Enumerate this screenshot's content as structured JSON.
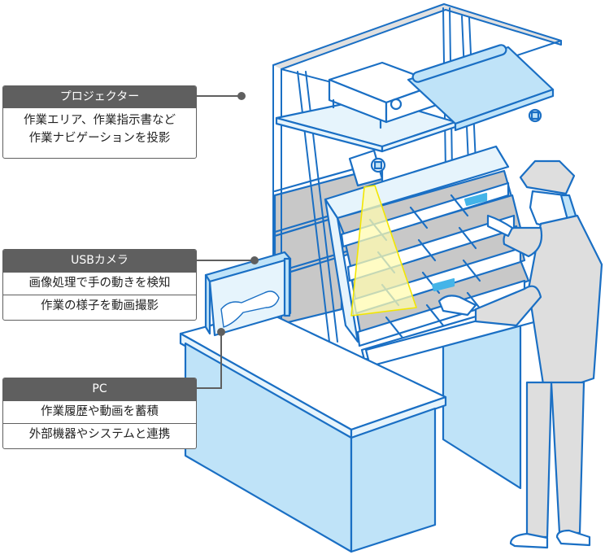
{
  "callouts": {
    "projector": {
      "title": "プロジェクター",
      "lines": [
        "作業エリア、作業指示書など",
        "作業ナビゲーションを投影"
      ]
    },
    "usb_camera": {
      "title": "USBカメラ",
      "rows": [
        "画像処理で手の動きを検知",
        "作業の様子を動画撮影"
      ]
    },
    "pc": {
      "title": "PC",
      "rows": [
        "作業履歴や動画を蓄積",
        "外部機器やシステムと連携"
      ]
    }
  },
  "colors": {
    "outline": "#1a6fc4",
    "fill_light": "#bfe3f8",
    "fill_pale": "#e6f4fc",
    "shelf_gray": "#c8c8c8",
    "worker_gray": "#dedede",
    "projection_yellow": "#fffbb0",
    "projection_edge": "#f2e600",
    "callout_dark": "#5f5f5f",
    "indicator_blue": "#44b4e8"
  }
}
